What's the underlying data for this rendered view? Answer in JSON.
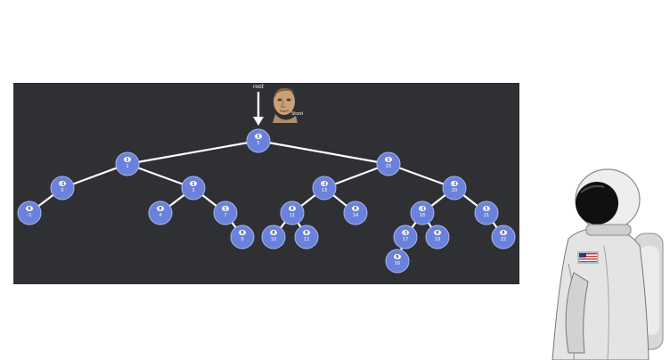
{
  "root_pointer": {
    "label": "root"
  },
  "tree": {
    "nodes": [
      {
        "id": "n5",
        "key": "5",
        "badge": "1",
        "parent": null
      },
      {
        "id": "n1",
        "key": "1",
        "badge": "1",
        "parent": "n5"
      },
      {
        "id": "n15",
        "key": "15",
        "badge": "1",
        "parent": "n5"
      },
      {
        "id": "n0",
        "key": "0",
        "badge": "-1",
        "parent": "n1"
      },
      {
        "id": "n3",
        "key": "3",
        "badge": "1",
        "parent": "n1"
      },
      {
        "id": "n-1",
        "key": "-1",
        "badge": "0",
        "parent": "n0"
      },
      {
        "id": "n4",
        "key": "4",
        "badge": "0",
        "parent": "n3"
      },
      {
        "id": "n7",
        "key": "7",
        "badge": "1",
        "parent": "n3"
      },
      {
        "id": "n9",
        "key": "9",
        "badge": "0",
        "parent": "n7"
      },
      {
        "id": "n13",
        "key": "13",
        "badge": "-1",
        "parent": "n15"
      },
      {
        "id": "n20",
        "key": "20",
        "badge": "-1",
        "parent": "n15"
      },
      {
        "id": "n11",
        "key": "11",
        "badge": "0",
        "parent": "n13"
      },
      {
        "id": "n14",
        "key": "14",
        "badge": "0",
        "parent": "n13"
      },
      {
        "id": "n10",
        "key": "10",
        "badge": "0",
        "parent": "n11"
      },
      {
        "id": "n12",
        "key": "12",
        "badge": "0",
        "parent": "n11"
      },
      {
        "id": "n18",
        "key": "18",
        "badge": "-1",
        "parent": "n20"
      },
      {
        "id": "n21",
        "key": "21",
        "badge": "1",
        "parent": "n20"
      },
      {
        "id": "n17",
        "key": "17",
        "badge": "-1",
        "parent": "n18"
      },
      {
        "id": "n19",
        "key": "19",
        "badge": "0",
        "parent": "n18"
      },
      {
        "id": "n16",
        "key": "16",
        "badge": "0",
        "parent": "n17"
      },
      {
        "id": "n22",
        "key": "22",
        "badge": "0",
        "parent": "n21"
      }
    ]
  },
  "colors": {
    "panel": "#2f3034",
    "node_fill": "#6b82dc",
    "edge": "#ffffff",
    "badge": "#ffffff"
  },
  "images": {
    "face": "meme-face-portrait",
    "astronaut": "astronaut-in-spacesuit"
  }
}
